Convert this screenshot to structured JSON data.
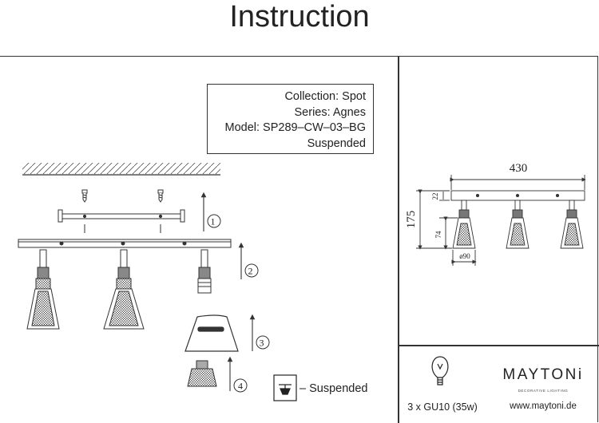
{
  "title": "Instruction",
  "product": {
    "collection": "Collection: Spot",
    "series": "Series: Agnes",
    "model": "Model: SP289–CW–03–BG",
    "mounting": "Suspended"
  },
  "steps": [
    "1",
    "2",
    "3",
    "4"
  ],
  "legend": {
    "label": "– Suspended",
    "icon": "suspended-mount-icon"
  },
  "dimensions": {
    "width": "430",
    "height_total": "175",
    "base_height": "22",
    "shade_height": "74",
    "shade_diameter": "ø90"
  },
  "lamp": {
    "spec": "3 x GU10 (35w)",
    "icon": "light-bulb-icon"
  },
  "brand": {
    "name": "MAYTONi",
    "tagline": "DECORATIVE LIGHTING",
    "website": "www.maytoni.de"
  }
}
